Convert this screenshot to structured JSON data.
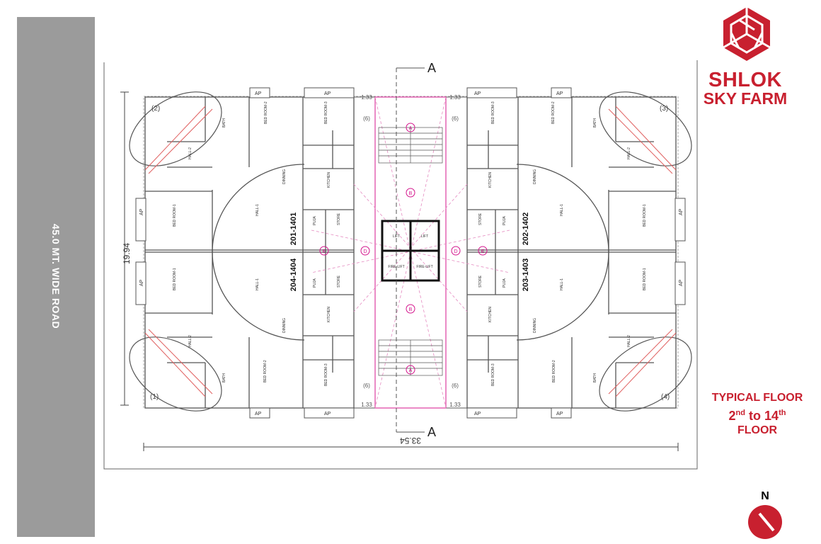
{
  "brand": {
    "name": "SHLOK",
    "subtitle": "SKY FARM"
  },
  "road": {
    "label": "45.0 MT. WIDE ROAD"
  },
  "floor": {
    "line1": "TYPICAL FLOOR",
    "range_from": "2",
    "range_from_suffix": "nd",
    "range_to": "to",
    "range_to_num": "14",
    "range_to_suffix": "th",
    "line3": "FLOOR"
  },
  "north": {
    "label": "N"
  },
  "dimensions": {
    "height": "19.94",
    "width": "33.54"
  },
  "section": {
    "label": "A"
  },
  "flats": {
    "nw": "201-1401",
    "ne": "202-1402",
    "se": "203-1403",
    "sw": "204-1404"
  },
  "balcony_numbers": {
    "nw": "(2)",
    "ne": "(3)",
    "sw": "(1)",
    "se": "(4)"
  },
  "colors": {
    "brand": "#c8202f",
    "road": "#9b9b9b",
    "plan": "#555555",
    "magenta": "#d4148c"
  }
}
